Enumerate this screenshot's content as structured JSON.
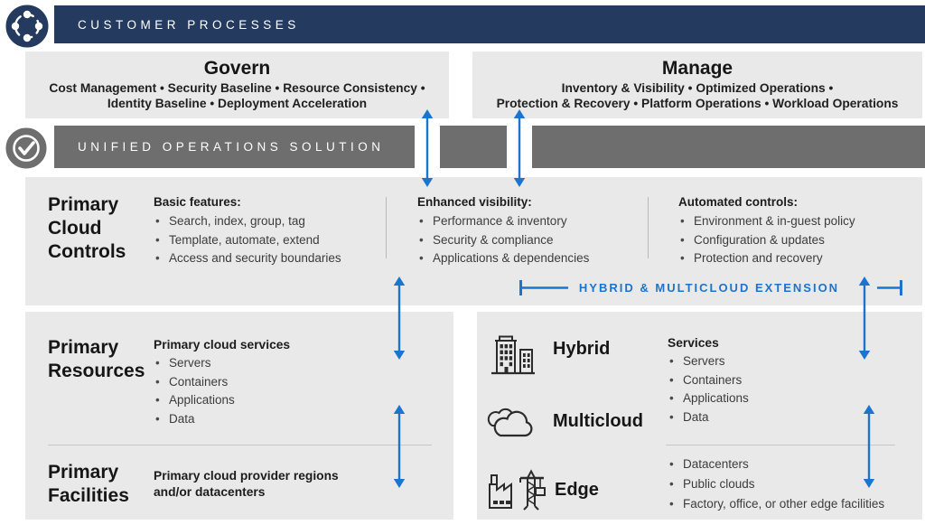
{
  "banners": {
    "customer_processes": "CUSTOMER PROCESSES",
    "unified_operations": "UNIFIED OPERATIONS SOLUTION"
  },
  "govern": {
    "title": "Govern",
    "line1": "Cost Management • Security Baseline • Resource Consistency •",
    "line2": "Identity Baseline • Deployment Acceleration"
  },
  "manage": {
    "title": "Manage",
    "line1": "Inventory & Visibility • Optimized Operations •",
    "line2": "Protection & Recovery • Platform Operations • Workload Operations"
  },
  "controls": {
    "heading": "Primary Cloud Controls",
    "columns": [
      {
        "title": "Basic features:",
        "items": [
          "Search, index, group, tag",
          "Template, automate, extend",
          "Access and security boundaries"
        ]
      },
      {
        "title": "Enhanced visibility:",
        "items": [
          "Performance & inventory",
          "Security & compliance",
          "Applications & dependencies"
        ]
      },
      {
        "title": "Automated controls:",
        "items": [
          "Environment & in-guest policy",
          "Configuration & updates",
          "Protection and recovery"
        ]
      }
    ],
    "extension_label": "HYBRID & MULTICLOUD EXTENSION"
  },
  "resources": {
    "heading": "Primary Resources",
    "subtitle": "Primary cloud services",
    "items": [
      "Servers",
      "Containers",
      "Applications",
      "Data"
    ]
  },
  "facilities": {
    "heading": "Primary Facilities",
    "description": "Primary cloud provider regions and/or datacenters"
  },
  "edge_panel": {
    "rows": [
      {
        "icon": "buildings-icon",
        "label": "Hybrid"
      },
      {
        "icon": "clouds-icon",
        "label": "Multicloud"
      },
      {
        "icon": "factory-crane-icon",
        "label": "Edge"
      }
    ],
    "services_title": "Services",
    "services": [
      "Servers",
      "Containers",
      "Applications",
      "Data"
    ],
    "locations": [
      "Datacenters",
      "Public clouds",
      "Factory, office, or other edge facilities"
    ]
  },
  "colors": {
    "navy": "#243a5e",
    "banner_gray": "#6e6e6e",
    "panel_gray": "#e9e9e9",
    "accent_blue": "#1b74ce",
    "text_dark": "#1f1f1f"
  }
}
